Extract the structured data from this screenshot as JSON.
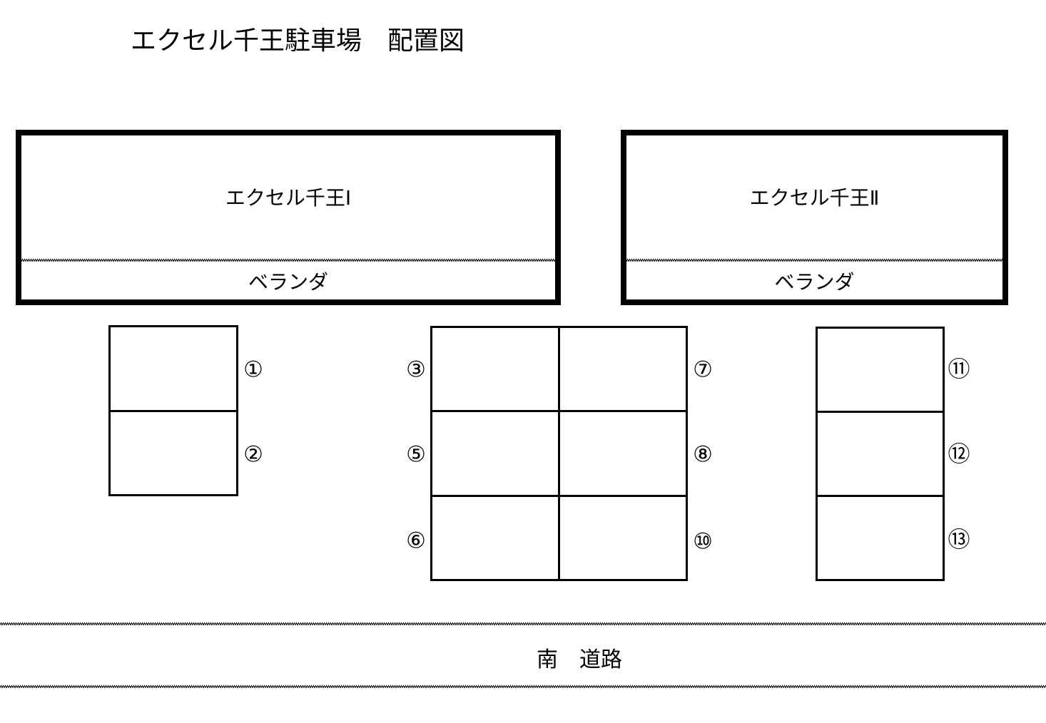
{
  "title": "エクセル千王駐車場　配置図",
  "buildings": [
    {
      "name": "エクセル千王Ⅰ",
      "veranda": "ベランダ"
    },
    {
      "name": "エクセル千王Ⅱ",
      "veranダ_note": "",
      "veranda": "ベランダ"
    }
  ],
  "parking_blocks": [
    {
      "id": "west",
      "labels": [
        "①",
        "②"
      ]
    },
    {
      "id": "center",
      "left_labels": [
        "③",
        "⑤",
        "⑥"
      ],
      "right_labels": [
        "⑦",
        "⑧",
        "⑩"
      ]
    },
    {
      "id": "east",
      "labels": [
        "⑪",
        "⑫",
        "⑬"
      ]
    }
  ],
  "road": {
    "label": "南　道路"
  },
  "colors": {
    "line": "#000000",
    "background": "#ffffff"
  }
}
